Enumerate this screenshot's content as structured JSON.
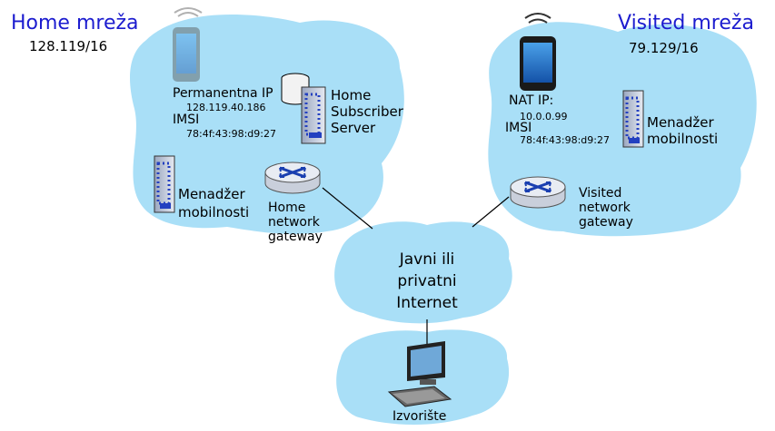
{
  "home": {
    "title": "Home mreža",
    "prefix": "128.119/16",
    "permanent_ip_label": "Permanentna IP",
    "permanent_ip_value": "128.119.40.186",
    "imsi_label": "IMSI",
    "imsi_value": "78:4f:43:98:d9:27",
    "hss_label": [
      "Home",
      "Subscriber",
      "Server"
    ],
    "mobility_manager_label": [
      "Menadžer",
      "mobilnosti"
    ],
    "gateway_label": [
      "Home",
      "network",
      "gateway"
    ]
  },
  "visited": {
    "title": "Visited mreža",
    "prefix": "79.129/16",
    "nat_ip_label": "NAT IP:",
    "nat_ip_value": "10.0.0.99",
    "imsi_label": "IMSI",
    "imsi_value": "78:4f:43:98:d9:27",
    "mobility_manager_label": [
      "Menadžer",
      "mobilnosti"
    ],
    "gateway_label": [
      "Visited",
      "network",
      "gateway"
    ]
  },
  "internet": {
    "label": [
      "Javni ili",
      "privatni",
      "Internet"
    ]
  },
  "source": {
    "label": "Izvorište"
  },
  "colors": {
    "cloud": "#a9dff7",
    "title": "#1c1ccf",
    "router": "#dfe4ee",
    "router_arrows": "#1a3fb0",
    "server": "#c8d0e0",
    "server_accent": "#2340c0"
  }
}
